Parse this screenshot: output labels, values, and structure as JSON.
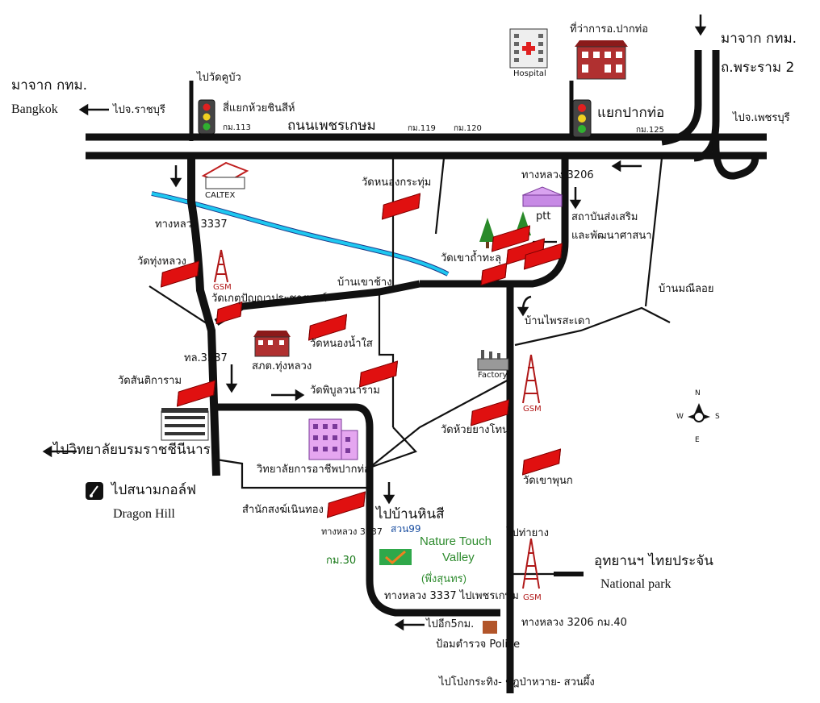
{
  "labels": {
    "from_bkk_th": "มาจาก กทม.",
    "bangkok": "Bangkok",
    "to_ratchaburi": "ไปจ.ราชบุรี",
    "to_wat_khubua": "ไปวัดคูบัว",
    "huai_chin_si": "สี่แยกห้วยชินสีห์",
    "km113": "กม.113",
    "phetkasem_road": "ถนนเพชรเกษม",
    "km119": "กม.119",
    "km120": "กม.120",
    "km125": "กม.125",
    "district_office": "ที่ว่าการอ.ปากท่อ",
    "hospital": "Hospital",
    "from_bkk_right": "มาจาก กทม.",
    "rama2": "ถ.พระราม 2",
    "to_phetchaburi": "ไปจ.เพชรบุรี",
    "pak_tho_junction": "แยกปากท่อ",
    "caltex": "CALTEX",
    "hwy3337_a": "ทางหลวง 3337",
    "wat_nong_krathum": "วัดหนองกระทุ่ม",
    "hwy3206": "ทางหลวง 3206",
    "ptt": "ptt",
    "religion_institute_1": "สถาบันส่งเสริม",
    "religion_institute_2": "และพัฒนาศาสนา",
    "wat_thung_luang": "วัดทุ่งหลวง",
    "gsm": "GSM",
    "wat_khao_tham_thalu": "วัดเขาถ้ำทะลุ",
    "ban_khao_chang": "บ้านเขาช้าง",
    "ban_manee_loi": "บ้านมณีลอย",
    "wat_ket_panya": "วัดเกตุปัญญาประชาสรรค์",
    "ban_phrai_sadao": "บ้านไพรสะเดา",
    "wat_nong_nam_sai": "วัดหนองน้ำใส",
    "hwy3337_b": "ทล.3337",
    "police_thung_luang": "สภต.ทุ่งหลวง",
    "factory": "Factory",
    "wat_santikaram": "วัดสันติการาม",
    "wat_phibun": "วัดพิบูลวนาราม",
    "wat_huai_yang_phon": "วัดห้วยยางโทน",
    "to_rajabhat": "ไปวิทยาลัยบรมราชชีนีนารถ",
    "vocational_college": "วิทยาลัยการอาชีพปากท่อ",
    "wat_khao_phunok": "วัดเขาพุนก",
    "to_golf": "ไปสนามกอล์ฟ",
    "dragon_hill": "Dragon Hill",
    "samnak_song": "สำนักสงฆ์เนินทอง",
    "to_ban_hin_si": "ไปบ้านหินสี",
    "hwy3337_c": "ทางหลวง 3337",
    "suan99": "สวน99",
    "to_tha_yang": "ไปท่ายาง",
    "nature_touch_1": "Nature Touch",
    "nature_touch_2": "Valley",
    "nature_touch_3": "(พึ่งสุนทร)",
    "km30": "กม.30",
    "national_park_th": "อุทยานฯ ไทยประจัน",
    "national_park_en": "National park",
    "hwy3337_to_phetkasem": "ทางหลวง 3337 ไปเพชรเกษม",
    "hwy3206_km40": "ทางหลวง 3206 กม.40",
    "go_5km": "ไปอีก5กม.",
    "police_box": "ป้อมตำรวจ Police",
    "to_bottom": "ไปโป่งกระทิง- ชัฎป่าหวาย- สวนผึ้ง"
  },
  "compass": {
    "n": "N",
    "s": "S",
    "e": "E",
    "w": "W"
  },
  "colors": {
    "road": "#111111",
    "river": "#1ec8f0",
    "temple": "#e01010",
    "gsm": "#b01818",
    "check": "#2fa84a"
  }
}
